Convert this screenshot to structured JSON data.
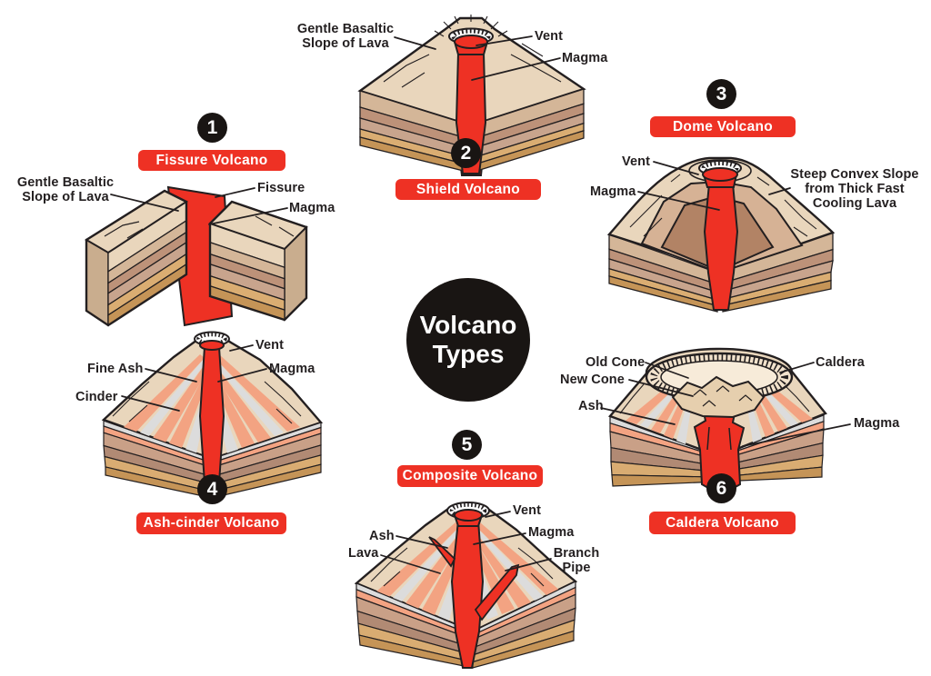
{
  "title": {
    "text": "Volcano\nTypes"
  },
  "colors": {
    "accent_red": "#EE3124",
    "magma_red": "#EE3124",
    "badge_black": "#191513",
    "text_dark": "#231F20",
    "surface_cream": "#E9D6BC",
    "stripe_orange": "#F3A382",
    "stripe_gray": "#DCDCDC"
  },
  "sections": {
    "fissure": {
      "number": "1",
      "title": "Fissure Volcano",
      "labels": {
        "slope": "Gentle Basaltic\nSlope of Lava",
        "fissure": "Fissure",
        "magma": "Magma"
      }
    },
    "shield": {
      "number": "2",
      "title": "Shield Volcano",
      "labels": {
        "slope": "Gentle Basaltic\nSlope of Lava",
        "vent": "Vent",
        "magma": "Magma"
      }
    },
    "dome": {
      "number": "3",
      "title": "Dome Volcano",
      "labels": {
        "vent": "Vent",
        "magma": "Magma",
        "slope": "Steep Convex Slope\nfrom Thick Fast\nCooling Lava"
      }
    },
    "ash_cinder": {
      "number": "4",
      "title": "Ash-cinder Volcano",
      "labels": {
        "fine_ash": "Fine Ash",
        "cinder": "Cinder",
        "vent": "Vent",
        "magma": "Magma"
      }
    },
    "composite": {
      "number": "5",
      "title": "Composite Volcano",
      "labels": {
        "vent": "Vent",
        "ash": "Ash",
        "magma": "Magma",
        "lava": "Lava",
        "branch_pipe": "Branch\nPipe"
      }
    },
    "caldera": {
      "number": "6",
      "title": "Caldera Volcano",
      "labels": {
        "old_cone": "Old Cone",
        "new_cone": "New Cone",
        "ash": "Ash",
        "caldera": "Caldera",
        "magma": "Magma"
      }
    }
  }
}
